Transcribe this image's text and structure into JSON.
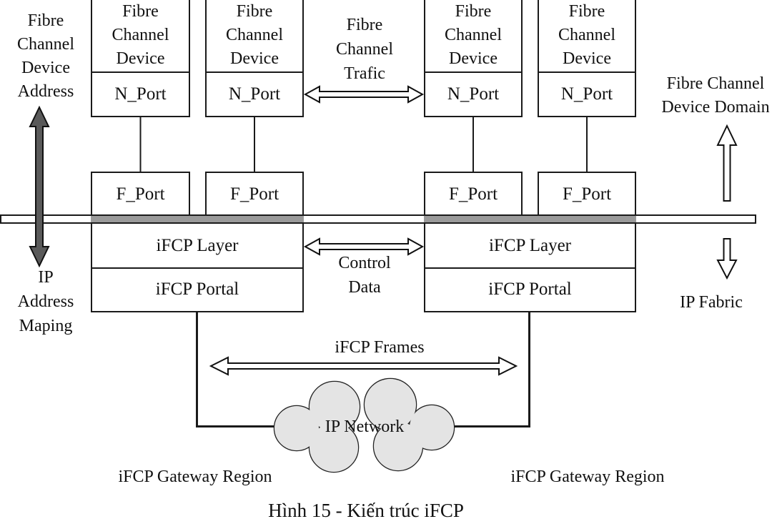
{
  "colors": {
    "background": "#ffffff",
    "line": "#1a1a1a",
    "rail_gray": "#9a9a9a",
    "address_arrow_fill": "#5a5a5a",
    "cloud_fill": "#e4e4e4"
  },
  "devices": [
    {
      "l1": "Fibre",
      "l2": "Channel",
      "l3": "Device",
      "port": "N_Port"
    },
    {
      "l1": "Fibre",
      "l2": "Channel",
      "l3": "Device",
      "port": "N_Port"
    },
    {
      "l1": "Fibre",
      "l2": "Channel",
      "l3": "Device",
      "port": "N_Port"
    },
    {
      "l1": "Fibre",
      "l2": "Channel",
      "l3": "Device",
      "port": "N_Port"
    }
  ],
  "f_ports": [
    "F_Port",
    "F_Port",
    "F_Port",
    "F_Port"
  ],
  "gateways": [
    {
      "layer": "iFCP Layer",
      "portal": "iFCP Portal",
      "region": "iFCP Gateway Region"
    },
    {
      "layer": "iFCP Layer",
      "portal": "iFCP Portal",
      "region": "iFCP Gateway Region"
    }
  ],
  "labels": {
    "fc_traffic": {
      "l1": "Fibre",
      "l2": "Channel",
      "l3": "Trafic"
    },
    "control_data": {
      "l1": "Control",
      "l2": "Data"
    },
    "ifcp_frames": "iFCP Frames",
    "fc_device_address": {
      "l1": "Fibre",
      "l2": "Channel",
      "l3": "Device",
      "l4": "Address"
    },
    "ip_address_mapping": {
      "l1": "IP",
      "l2": "Address",
      "l3": "Maping"
    },
    "fc_device_domain": {
      "l1": "Fibre Channel",
      "l2": "Device Domain"
    },
    "ip_fabric": "IP Fabric",
    "ip_network": "IP Network"
  },
  "caption": "Hình 15 - Kiến trúc iFCP"
}
